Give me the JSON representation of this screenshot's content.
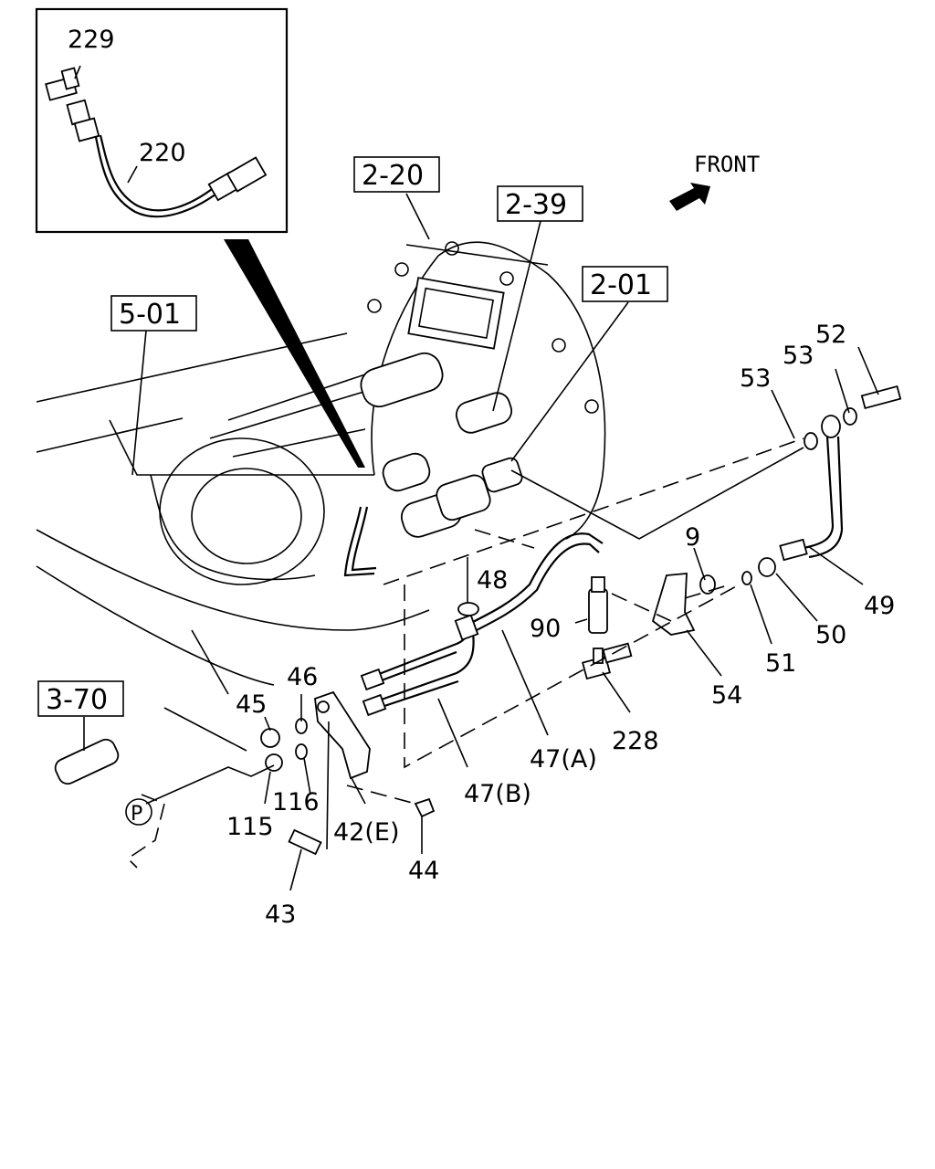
{
  "orientation": "FRONT",
  "reference_boxes": [
    "2-20",
    "2-39",
    "2-01",
    "5-01",
    "3-70"
  ],
  "callouts": {
    "p229": "229",
    "p220": "220",
    "p53a": "53",
    "p53b": "53",
    "p52": "52",
    "p9": "9",
    "p48": "48",
    "p90": "90",
    "p49": "49",
    "p50": "50",
    "p51": "51",
    "p54": "54",
    "p46": "46",
    "p45": "45",
    "p228": "228",
    "p47a": "47(A)",
    "p47b": "47(B)",
    "p116": "116",
    "p115": "115",
    "p42e": "42(E)",
    "p44": "44",
    "p43": "43",
    "pP": "P"
  }
}
